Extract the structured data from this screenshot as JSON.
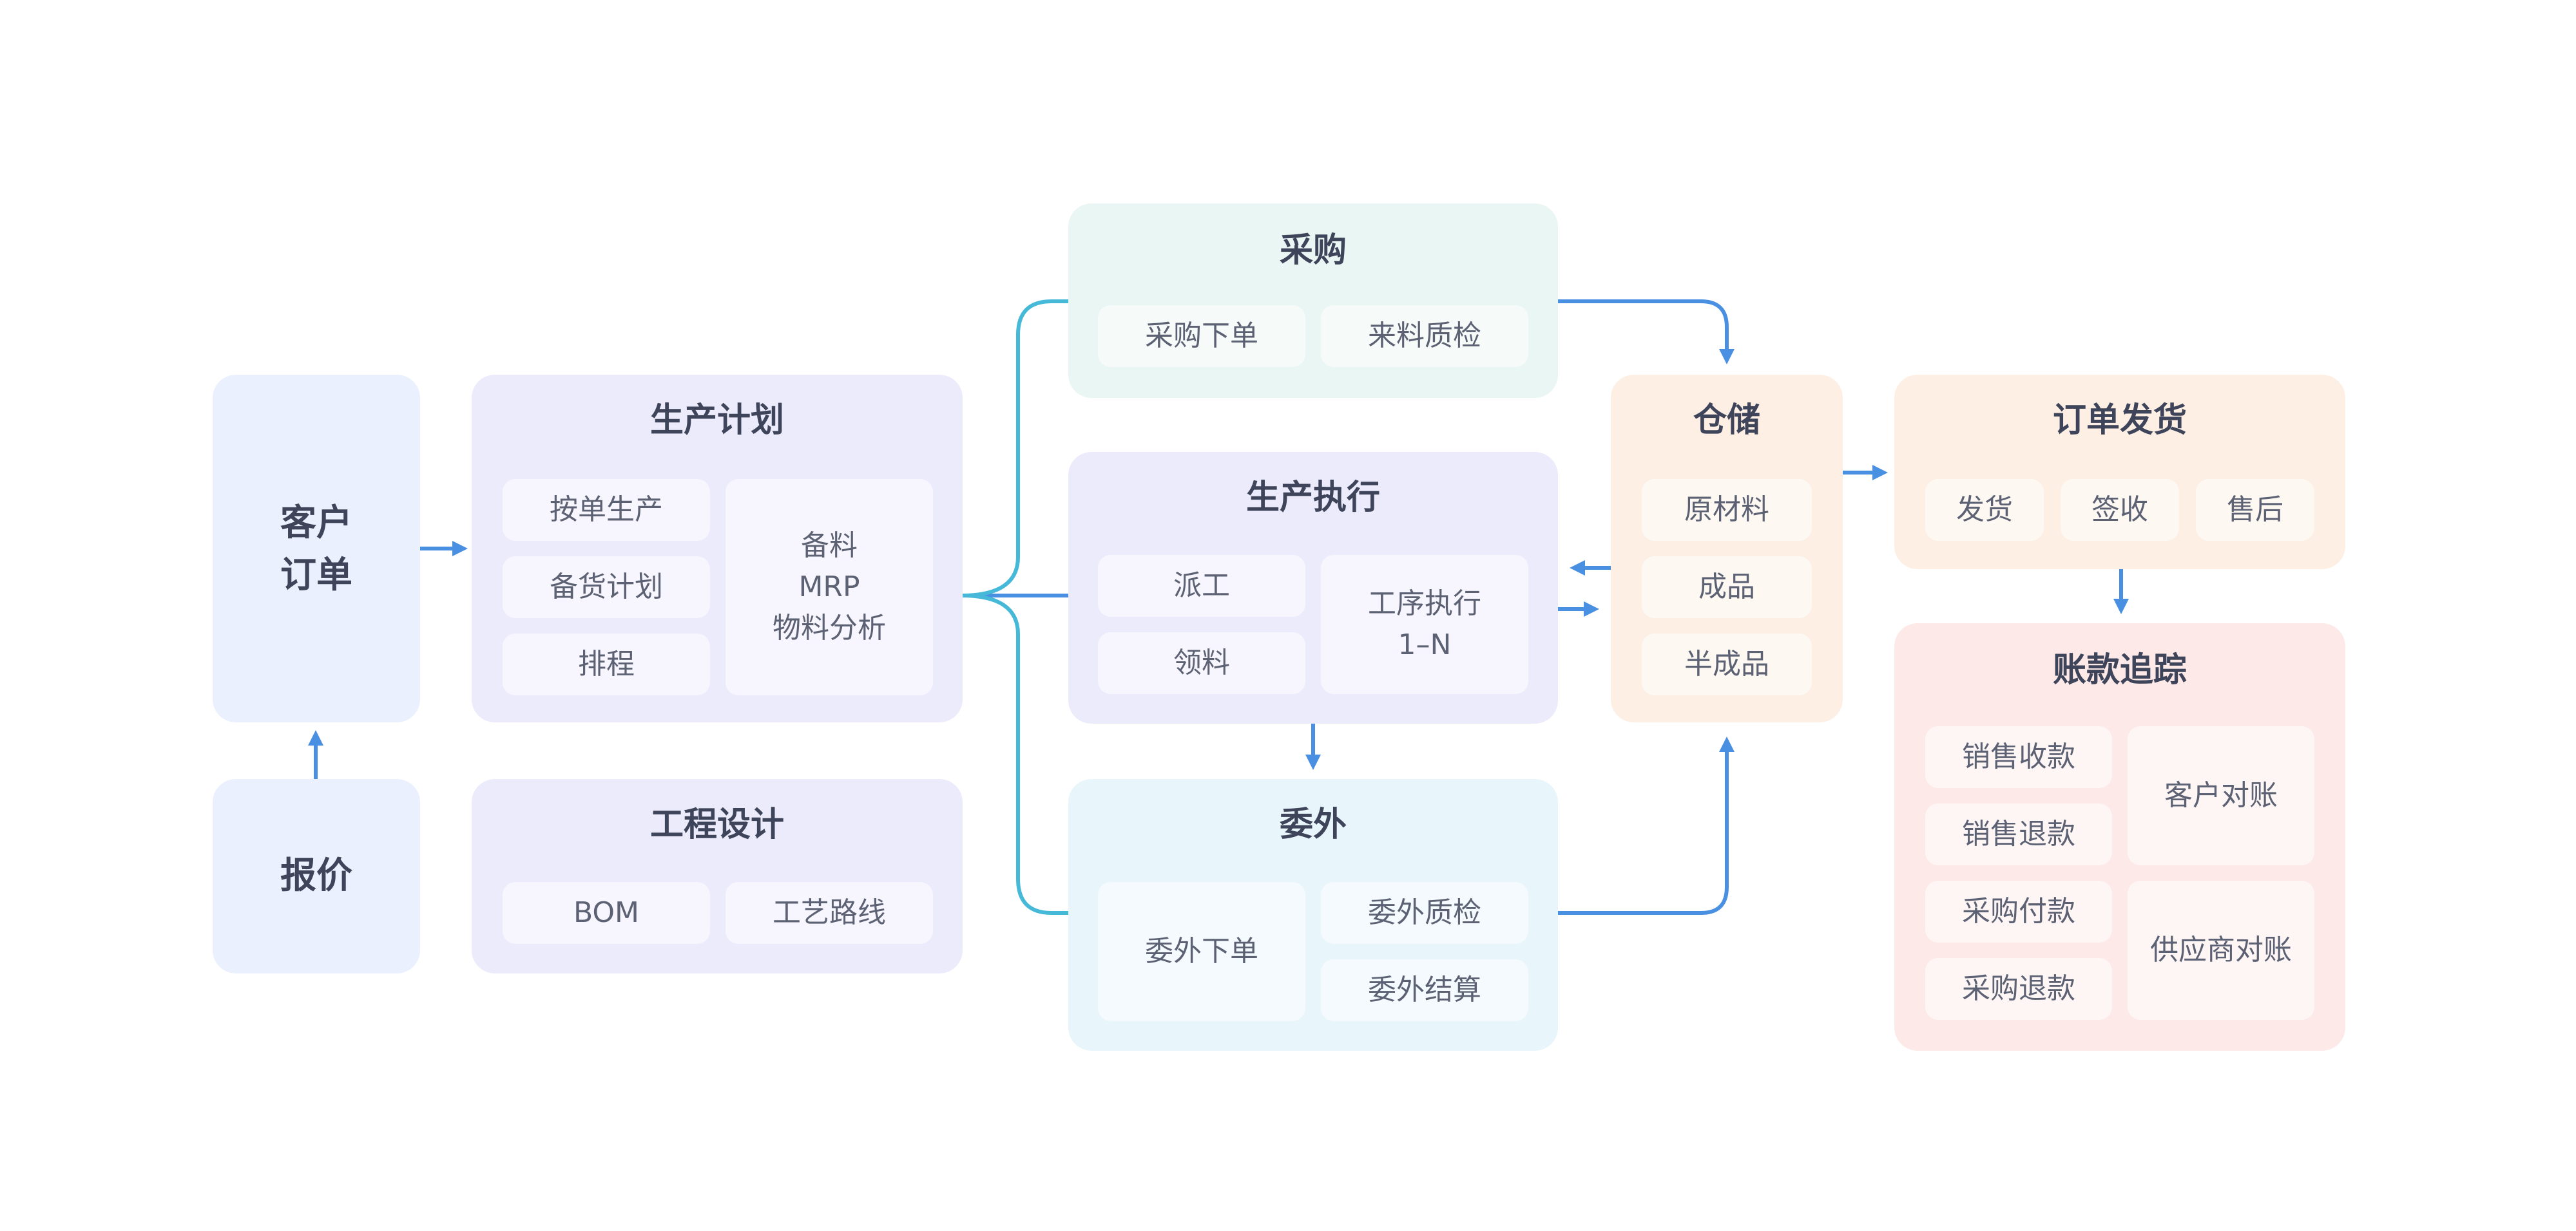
{
  "colors": {
    "blue_box": "#eaf0fd",
    "purple_box": "#ecebfc",
    "green_box": "#e9f6f3",
    "cyan_box": "#e8f5fa",
    "orange_box": "#fdefe4",
    "pink_box": "#fce9e8",
    "arrow_blue": "#4a90e2",
    "arrow_cyan": "#46b8d8"
  },
  "customer_order": {
    "title": "客户\n订单"
  },
  "quote": {
    "title": "报价"
  },
  "production_plan": {
    "title": "生产计划",
    "items": [
      "按单生产",
      "备货计划",
      "排程"
    ],
    "material": "备料\nMRP\n物料分析"
  },
  "engineering": {
    "title": "工程设计",
    "items": [
      "BOM",
      "工艺路线"
    ]
  },
  "purchase": {
    "title": "采购",
    "items": [
      "采购下单",
      "来料质检"
    ]
  },
  "production_exec": {
    "title": "生产执行",
    "items": [
      "派工",
      "领料"
    ],
    "process": "工序执行\n1–N"
  },
  "outsource": {
    "title": "委外",
    "order": "委外下单",
    "items": [
      "委外质检",
      "委外结算"
    ]
  },
  "warehouse": {
    "title": "仓储",
    "items": [
      "原材料",
      "成品",
      "半成品"
    ]
  },
  "shipping": {
    "title": "订单发货",
    "items": [
      "发货",
      "签收",
      "售后"
    ]
  },
  "accounts": {
    "title": "账款追踪",
    "items": [
      "销售收款",
      "销售退款",
      "采购付款",
      "采购退款"
    ],
    "reconcile": [
      "客户对账",
      "供应商对账"
    ]
  },
  "connectors": [
    "quote-to-customer-order",
    "customer-order-to-production-plan",
    "production-plan-to-purchase",
    "production-plan-to-production-exec",
    "production-plan-to-outsource",
    "purchase-to-warehouse",
    "production-exec-to-outsource",
    "warehouse-to-production-exec",
    "production-exec-to-warehouse",
    "outsource-to-warehouse",
    "warehouse-to-shipping",
    "shipping-to-accounts"
  ]
}
